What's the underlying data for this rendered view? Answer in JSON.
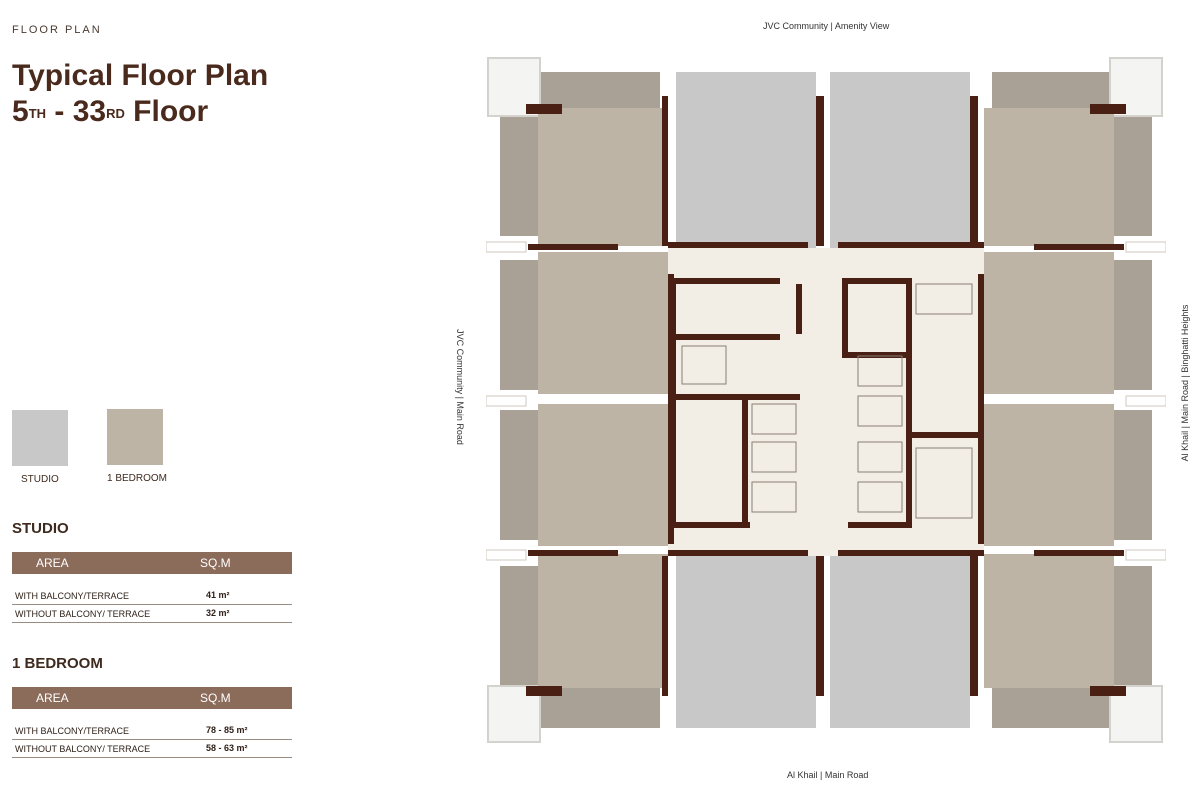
{
  "header": {
    "eyebrow": "FLOOR PLAN",
    "title_line1": "Typical Floor Plan",
    "floor_from": "5",
    "floor_from_suffix": "TH",
    "floor_sep": " - 33",
    "floor_to_suffix": "RD",
    "floor_word": " Floor"
  },
  "legend": {
    "studio_label": "STUDIO",
    "studio_color": "#c8c8c8",
    "bedroom_label": "1 BEDROOM",
    "bedroom_color": "#bdb4a6"
  },
  "studio_section": {
    "title": "STUDIO",
    "col_area": "AREA",
    "col_sqm": "SQ.M",
    "rows": [
      {
        "label": "WITH BALCONY/TERRACE",
        "value": "41 m²"
      },
      {
        "label": "WITHOUT BALCONY/ TERRACE",
        "value": "32 m²"
      }
    ]
  },
  "bedroom_section": {
    "title": "1 BEDROOM",
    "col_area": "AREA",
    "col_sqm": "SQ.M",
    "rows": [
      {
        "label": "WITH BALCONY/TERRACE",
        "value": "78 - 85 m²"
      },
      {
        "label": "WITHOUT BALCONY/ TERRACE",
        "value": "58 - 63 m²"
      }
    ]
  },
  "orientation": {
    "top": "JVC Community | Amenity View",
    "bottom": "Al Khail | Main Road",
    "left": "JVC Community | Main Road",
    "right": "Al Khail  |  Main Road  |  Binghatti Heights"
  },
  "colors": {
    "wall": "#4a1f14",
    "core": "#f2eee6",
    "balcony": "#a9a195",
    "heading": "#4a2a1c",
    "table_header": "#8b6b5a"
  }
}
